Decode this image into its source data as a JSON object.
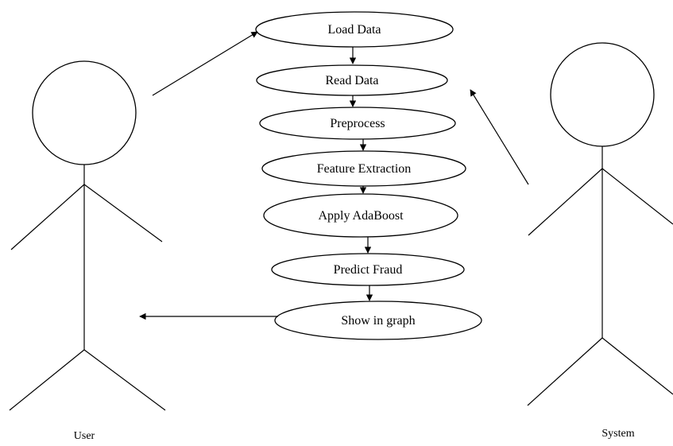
{
  "actors": {
    "user": {
      "label": "User"
    },
    "system": {
      "label": "System"
    }
  },
  "use_cases": [
    {
      "id": "load-data",
      "label": "Load Data"
    },
    {
      "id": "read-data",
      "label": "Read Data"
    },
    {
      "id": "preprocess",
      "label": "Preprocess"
    },
    {
      "id": "feature-extraction",
      "label": "Feature Extraction"
    },
    {
      "id": "apply-adaboost",
      "label": "Apply AdaBoost"
    },
    {
      "id": "predict-fraud",
      "label": "Predict Fraud"
    },
    {
      "id": "show-in-graph",
      "label": "Show in graph"
    }
  ],
  "colors": {
    "stroke": "#000000",
    "background": "#ffffff"
  }
}
